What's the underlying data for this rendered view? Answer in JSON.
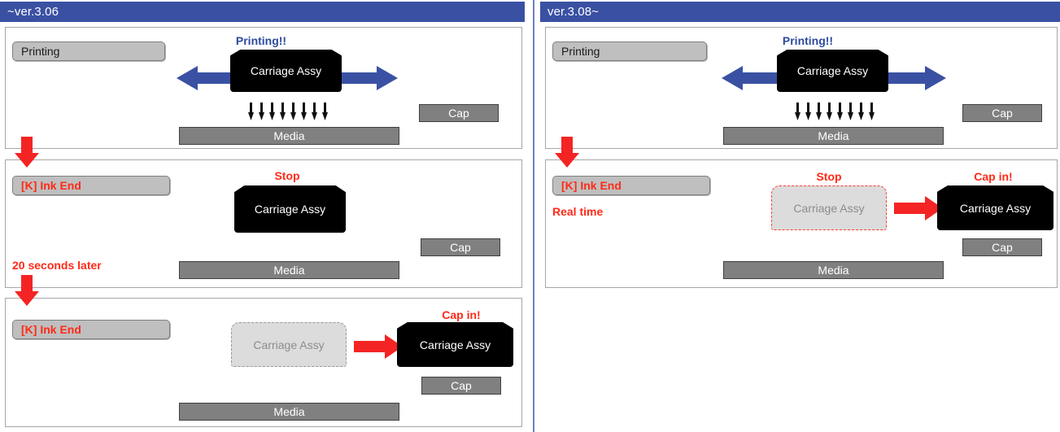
{
  "columns": [
    {
      "id": "left",
      "version_label": "~ver.3.06",
      "panels": [
        {
          "id": "l1",
          "status": "Printing",
          "status_alert": false,
          "caption": "Printing!!",
          "caption_color": "#2e4a9e",
          "carriage_label": "Carriage Assy",
          "media_label": "Media",
          "cap_label": "Cap",
          "has_bidirectional_arrow": true,
          "has_ink_drops": true,
          "ink_drop_count": 8,
          "has_ghost": false
        },
        {
          "id": "l2",
          "status": "[K] Ink End",
          "status_alert": true,
          "caption": "Stop",
          "caption_color": "#ff2a17",
          "carriage_label": "Carriage Assy",
          "media_label": "Media",
          "cap_label": "Cap",
          "note": "20 seconds later",
          "has_bidirectional_arrow": false,
          "has_ink_drops": false,
          "has_ghost": false
        },
        {
          "id": "l3",
          "status": "[K] Ink End",
          "status_alert": true,
          "caption": "Cap in!",
          "caption_color": "#ff2a17",
          "carriage_label": "Carriage Assy",
          "ghost_label": "Carriage Assy",
          "media_label": "Media",
          "cap_label": "Cap",
          "has_bidirectional_arrow": false,
          "has_ink_drops": false,
          "has_ghost": true,
          "ghost_dash_color": "#9a9a9a",
          "has_red_move_arrow": true
        }
      ]
    },
    {
      "id": "right",
      "version_label": "ver.3.08~",
      "panels": [
        {
          "id": "r1",
          "status": "Printing",
          "status_alert": false,
          "caption": "Printing!!",
          "caption_color": "#2e4a9e",
          "carriage_label": "Carriage Assy",
          "media_label": "Media",
          "cap_label": "Cap",
          "has_bidirectional_arrow": true,
          "has_ink_drops": true,
          "ink_drop_count": 8,
          "has_ghost": false
        },
        {
          "id": "r2",
          "status": "[K] Ink End",
          "status_alert": true,
          "caption": "Stop",
          "caption2": "Cap in!",
          "caption_color": "#ff2a17",
          "carriage_label": "Carriage Assy",
          "ghost_label": "Carriage Assy",
          "media_label": "Media",
          "cap_label": "Cap",
          "note": "Real time",
          "has_bidirectional_arrow": false,
          "has_ink_drops": false,
          "has_ghost": true,
          "ghost_dash_color": "#ff4030",
          "has_red_move_arrow": true
        }
      ]
    }
  ],
  "colors": {
    "header_blue": "#3a51a3",
    "arrow_blue": "#3a51a3",
    "alert_red": "#ff2a17",
    "flow_red": "#f42424",
    "gray_bar": "#808080",
    "pill_gray": "#bfbfbf",
    "ghost_gray": "#dcdcdc",
    "divider_blue": "#6b7fc4"
  }
}
